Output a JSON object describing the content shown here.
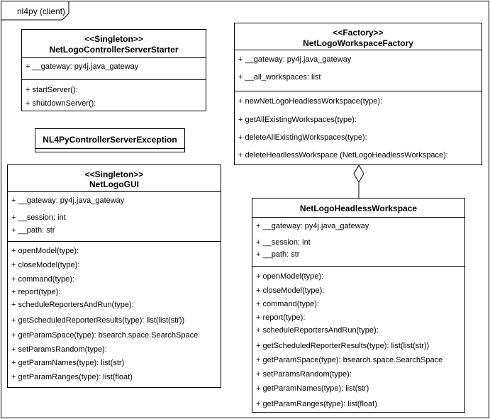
{
  "frame": {
    "title": "nl4py (client)"
  },
  "classes": {
    "starter": {
      "stereotype": "<<Singleton>>",
      "name": "NetLogoControllerServerStarter",
      "attributes": [
        "+ __gateway: py4j.java_gateway"
      ],
      "methods": [
        "+ startServer():",
        "+ shutdownServer():"
      ]
    },
    "exception": {
      "name": "NL4PyControllerServerException"
    },
    "gui": {
      "stereotype": "<<Singleton>>",
      "name": "NetLogoGUI",
      "attributes": [
        "+ __gateway: py4j.java_gateway",
        "+ __session: int",
        "+ __path: str"
      ],
      "methods": [
        "+ openModel(type):",
        "+ closeModel(type):",
        "+ command(type):",
        "+ report(type):",
        "+ scheduleReportersAndRun(type):",
        "+ getScheduledReporterResults(type): list(list(str))",
        "+ getParamSpace(type): bsearch.space.SearchSpace",
        "+ setParamsRandom(type):",
        "+ getParamNames(type): list(str)",
        "+ getParamRanges(type): list(float)"
      ]
    },
    "factory": {
      "stereotype": "<<Factory>>",
      "name": "NetLogoWorkspaceFactory",
      "attributes": [
        "+ __gateway: py4j.java_gateway",
        "+ __all_workspaces: list"
      ],
      "methods": [
        "+ newNetLogoHeadlessWorkspace(type):",
        "+ getAllExistingWorkspaces(type):",
        "+ deleteAllExistingWorkspaces(type):",
        "+ deleteHeadlessWorkspace (NetLogoHeadlessWorkspace):"
      ]
    },
    "headless": {
      "name": "NetLogoHeadlessWorkspace",
      "attributes": [
        "+ __gateway: py4j.java_gateway",
        "+ __session: int",
        "+ __path: str"
      ],
      "methods": [
        "+ openModel(type):",
        "+ closeModel(type):",
        "+ command(type):",
        "+ report(type):",
        "+ scheduleReportersAndRun(type):",
        "+ getScheduledReporterResults(type): list(list(str))",
        "+ getParamSpace(type): bsearch.space.SearchSpace",
        "+ setParamsRandom(type):",
        "+ getParamNames(type): list(str)",
        "+ getParamRanges(type): list(float)"
      ]
    }
  }
}
